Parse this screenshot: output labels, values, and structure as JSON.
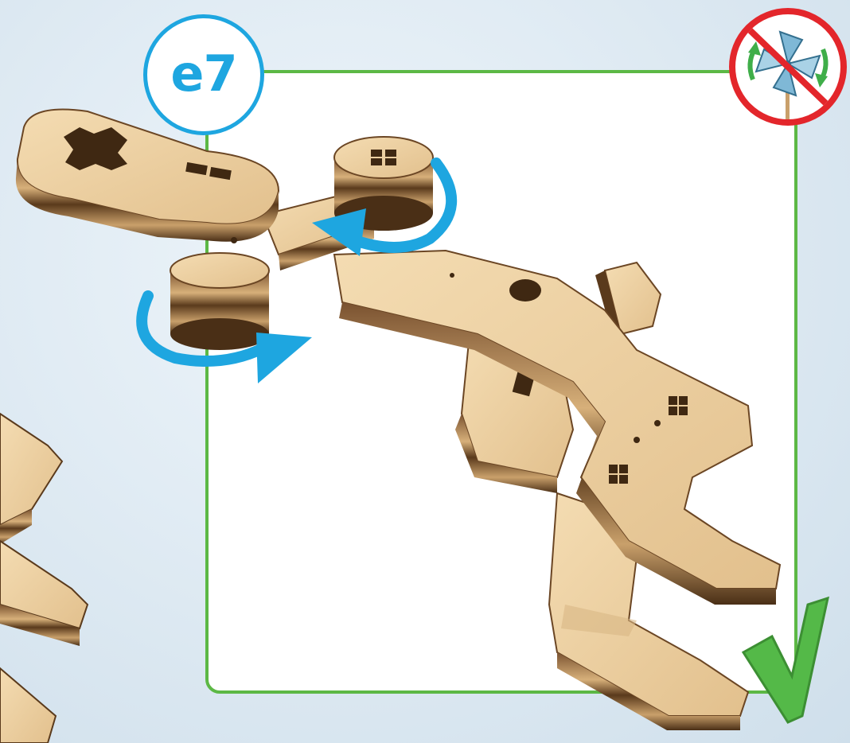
{
  "step": {
    "label": "e7"
  },
  "icons": {
    "rotate_cw": "rotate-clockwise-arrow",
    "rotate_ccw": "rotate-counterclockwise-arrow",
    "warning": "no-windmill-mode",
    "done": "green-checkmark"
  },
  "colors": {
    "accent_blue": "#1ea6e0",
    "frame_green": "#5cb845",
    "warning_red": "#e3262b",
    "wood_light": "#ecd1a4",
    "wood_dark": "#5a3a1c"
  }
}
